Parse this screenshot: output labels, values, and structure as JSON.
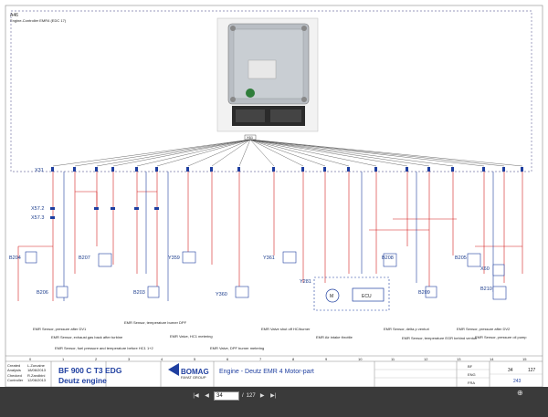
{
  "module": {
    "id": "A46",
    "name": "Engine-Controller EMR4 (EDC 17)",
    "connector": "X61"
  },
  "sensors": {
    "b204": "B204",
    "b206": "B206",
    "b207": "B207",
    "b203": "B203",
    "y359": "Y359",
    "y360": "Y360",
    "y361": "Y361",
    "y281": "Y281",
    "b208": "B208",
    "b209": "B209",
    "b205": "B205",
    "b210": "B210",
    "x60": "X60",
    "x57_1": "X57.2",
    "x57_2": "X57.3",
    "x31": "X31",
    "motor": "M",
    "ecu": "ECU"
  },
  "captions": {
    "c1": "EMR Sensor, pressure after DV1",
    "c2": "EMR Sensor, exhaust gas back after turbine",
    "c3": "EMR Sensor, fuel pressure and temperature before HC1 1+2",
    "c4": "EMR Sensor, temperature burner DPF",
    "c5": "EMR Valve, HC1 metering",
    "c6": "EMR Valve, DPF burner metering",
    "c7": "EMR Valve shut off HC/burner",
    "c8": "EMR Air intake throttle",
    "c9": "EMR Sensor, delta p venturi",
    "c10": "EMR Sensor, temperature EGR behind venturi",
    "c11": "EMR Sensor, pressure after DV2",
    "c12": "EMR Sensor, pressure oil pump"
  },
  "title_block": {
    "created_lbl": "Created",
    "created_by": "L.Zurcaine",
    "created_date": "18/06/2013",
    "checked_lbl": "Checked",
    "checked_by": "R.Zandbini",
    "checked_date": "12/06/2013",
    "analyst_lbl": "Analysis",
    "control_lbl": "Controller",
    "machine": "BF 900 C T3 EDG",
    "subtitle": "Deutz engine",
    "brand": "BOMAG",
    "brand_sub": "FAYAT GROUP",
    "sheet_title": "Engine - Deutz EMR 4 Motor-part",
    "right_rows": [
      "BF",
      "ENG",
      "FRA"
    ],
    "sheet_no": "34",
    "sheet_total": "127",
    "doc_no": "243"
  },
  "column_numbers": [
    "0",
    "1",
    "2",
    "3",
    "4",
    "5",
    "6",
    "7",
    "8",
    "9",
    "10",
    "11",
    "12",
    "13",
    "14",
    "15"
  ],
  "viewer": {
    "current_page": "34",
    "separator": "/",
    "total_pages": "127"
  },
  "colors": {
    "wire_red": "#d21f1f",
    "wire_blue": "#1f3fa0",
    "dashed": "#7a7aa8"
  }
}
